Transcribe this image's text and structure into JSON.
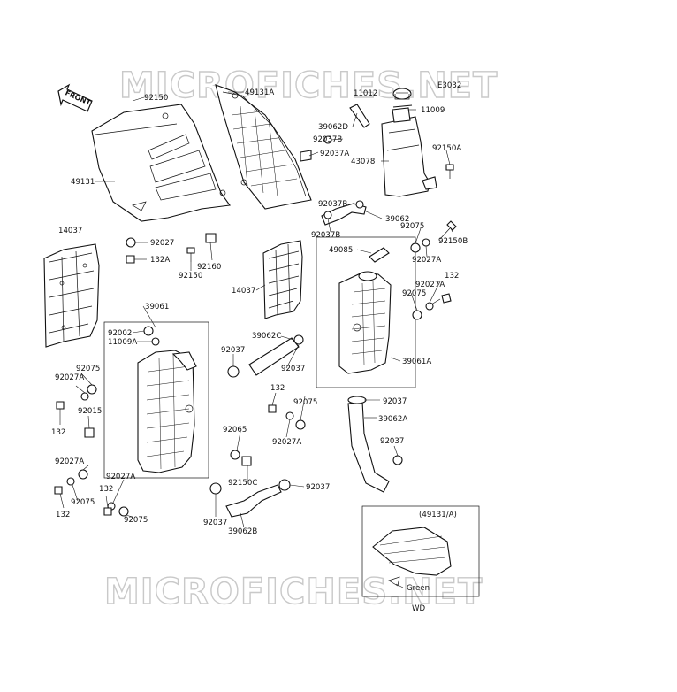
{
  "diagram_code": "E3032",
  "front_label": "FRONT",
  "watermark": "MICROFICHES.NET",
  "inset": {
    "title": "(49131/A)",
    "color_label": "Green",
    "caption": "WD"
  },
  "labels": [
    {
      "id": "92150",
      "text": "92150"
    },
    {
      "id": "49131A",
      "text": "49131A"
    },
    {
      "id": "11012",
      "text": "11012"
    },
    {
      "id": "11009",
      "text": "11009"
    },
    {
      "id": "39062D",
      "text": "39062D"
    },
    {
      "id": "92037B-a",
      "text": "92037B"
    },
    {
      "id": "92037A-a",
      "text": "92037A"
    },
    {
      "id": "43078",
      "text": "43078"
    },
    {
      "id": "92150A",
      "text": "92150A"
    },
    {
      "id": "49131",
      "text": "49131"
    },
    {
      "id": "92037B-b",
      "text": "92037B"
    },
    {
      "id": "39062",
      "text": "39062"
    },
    {
      "id": "92037B-c",
      "text": "92037B"
    },
    {
      "id": "92150B",
      "text": "92150B"
    },
    {
      "id": "14037-a",
      "text": "14037"
    },
    {
      "id": "92027-a",
      "text": "92027"
    },
    {
      "id": "132A",
      "text": "132A"
    },
    {
      "id": "92160",
      "text": "92160"
    },
    {
      "id": "92150-b",
      "text": "92150"
    },
    {
      "id": "92075-a",
      "text": "92075"
    },
    {
      "id": "49085",
      "text": "49085"
    },
    {
      "id": "92027A-a",
      "text": "92027A"
    },
    {
      "id": "132-a",
      "text": "132"
    },
    {
      "id": "92027A-b",
      "text": "92027A"
    },
    {
      "id": "14037-b",
      "text": "14037"
    },
    {
      "id": "92075-b",
      "text": "92075"
    },
    {
      "id": "39061",
      "text": "39061"
    },
    {
      "id": "92002",
      "text": "92002"
    },
    {
      "id": "11009A",
      "text": "11009A"
    },
    {
      "id": "39062C",
      "text": "39062C"
    },
    {
      "id": "92037-a",
      "text": "92037"
    },
    {
      "id": "92037-b",
      "text": "92037"
    },
    {
      "id": "39061A",
      "text": "39061A"
    },
    {
      "id": "92075-c",
      "text": "92075"
    },
    {
      "id": "92027A-c",
      "text": "92027A"
    },
    {
      "id": "132-b",
      "text": "132"
    },
    {
      "id": "92015",
      "text": "92015"
    },
    {
      "id": "132-c",
      "text": "132"
    },
    {
      "id": "92075-d",
      "text": "92075"
    },
    {
      "id": "92037-c",
      "text": "92037"
    },
    {
      "id": "39062A",
      "text": "39062A"
    },
    {
      "id": "92027A-d",
      "text": "92027A"
    },
    {
      "id": "132-d",
      "text": "132"
    },
    {
      "id": "92065",
      "text": "92065"
    },
    {
      "id": "92037-d",
      "text": "92037"
    },
    {
      "id": "92027A-e",
      "text": "92027A"
    },
    {
      "id": "92027A-f",
      "text": "92027A"
    },
    {
      "id": "132-e",
      "text": "132"
    },
    {
      "id": "92075-e",
      "text": "92075"
    },
    {
      "id": "92150C",
      "text": "92150C"
    },
    {
      "id": "92037-e",
      "text": "92037"
    },
    {
      "id": "132-f",
      "text": "132"
    },
    {
      "id": "92075-f",
      "text": "92075"
    },
    {
      "id": "92037-f",
      "text": "92037"
    },
    {
      "id": "39062B",
      "text": "39062B"
    }
  ]
}
